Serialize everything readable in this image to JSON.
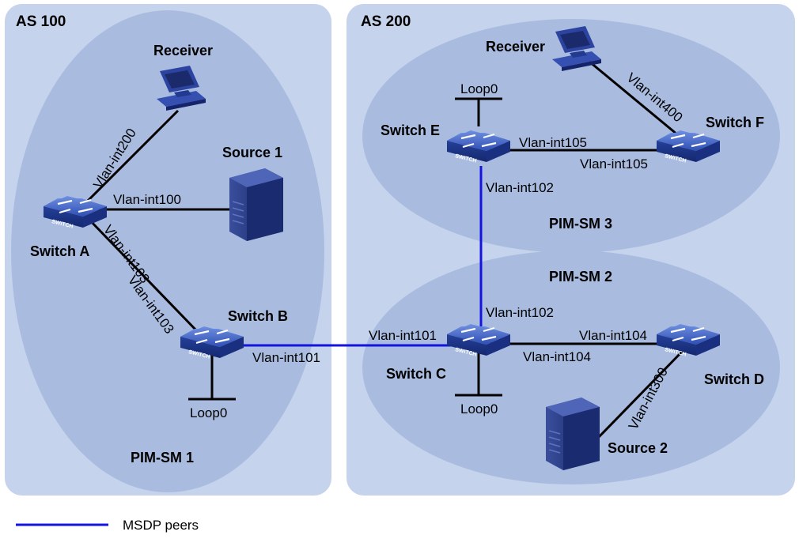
{
  "regions": {
    "as100": "AS 100",
    "as200": "AS 200",
    "pim1": "PIM-SM 1",
    "pim2": "PIM-SM 2",
    "pim3": "PIM-SM 3"
  },
  "devices": {
    "switch_a": "Switch A",
    "switch_b": "Switch B",
    "switch_c": "Switch C",
    "switch_d": "Switch D",
    "switch_e": "Switch E",
    "switch_f": "Switch F",
    "receiver_1": "Receiver",
    "receiver_2": "Receiver",
    "source_1": "Source 1",
    "source_2": "Source 2",
    "switch_badge": "SWITCH"
  },
  "interfaces": {
    "a_to_receiver": "Vlan-int200",
    "a_to_source1": "Vlan-int100",
    "a_to_b": "Vlan-int103",
    "b_to_a": "Vlan-int103",
    "b_to_c": "Vlan-int101",
    "c_to_b": "Vlan-int101",
    "c_to_e": "Vlan-int102",
    "e_to_c": "Vlan-int102",
    "c_to_d": "Vlan-int104",
    "d_to_c": "Vlan-int104",
    "d_to_source2": "Vlan-int300",
    "e_to_f": "Vlan-int105",
    "f_to_e": "Vlan-int105",
    "f_to_receiver": "Vlan-int400",
    "loop_b": "Loop0",
    "loop_c": "Loop0",
    "loop_e": "Loop0"
  },
  "legend": {
    "msdp_label": "MSDP peers",
    "msdp_color": "#1414e0"
  },
  "colors": {
    "as_box": "#c5d3ec",
    "pim_ellipse": "#a9bce0",
    "switch_body": "#2b4aa8"
  }
}
